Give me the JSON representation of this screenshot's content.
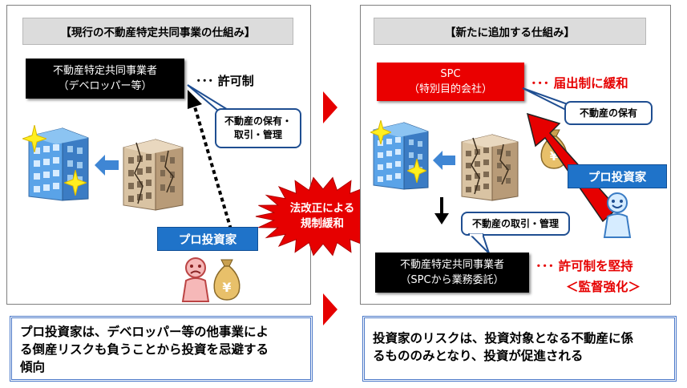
{
  "left": {
    "title": "【現行の不動産特定共同事業の仕組み】",
    "operator": {
      "line1": "不動産特定共同事業者",
      "line2": "（デベロッパー等）"
    },
    "operator_note": "･･･ 許可制",
    "callout": {
      "line1": "不動産の保有・",
      "line2": "取引・管理"
    },
    "investor_label": "プロ投資家",
    "summary": [
      "プロ投資家は、デベロッパー等の他事業によ",
      "る倒産リスクも負うことから投資を忌避する",
      "傾向"
    ]
  },
  "center": {
    "burst": {
      "line1": "法改正による",
      "line2": "規制緩和"
    }
  },
  "right": {
    "title": "【新たに追加する仕組み】",
    "spc": {
      "line1": "SPC",
      "line2": "（特別目的会社）"
    },
    "spc_note": "･･･ 届出制に緩和",
    "callout_top": "不動産の保有",
    "investor_label": "プロ投資家",
    "callout_mid": "不動産の取引・管理",
    "operator": {
      "line1": "不動産特定共同事業者",
      "line2": "（SPCから業務委託）"
    },
    "operator_note_line1": "･･･ 許可制を堅持",
    "operator_note_line2": "＜監督強化＞",
    "summary": [
      "投資家のリスクは、投資対象となる不動産に係",
      "るもののみとなり、投資が促進される"
    ]
  },
  "colors": {
    "red": "#e60000",
    "blue": "#1f73c9",
    "navy": "#1f4e91"
  }
}
